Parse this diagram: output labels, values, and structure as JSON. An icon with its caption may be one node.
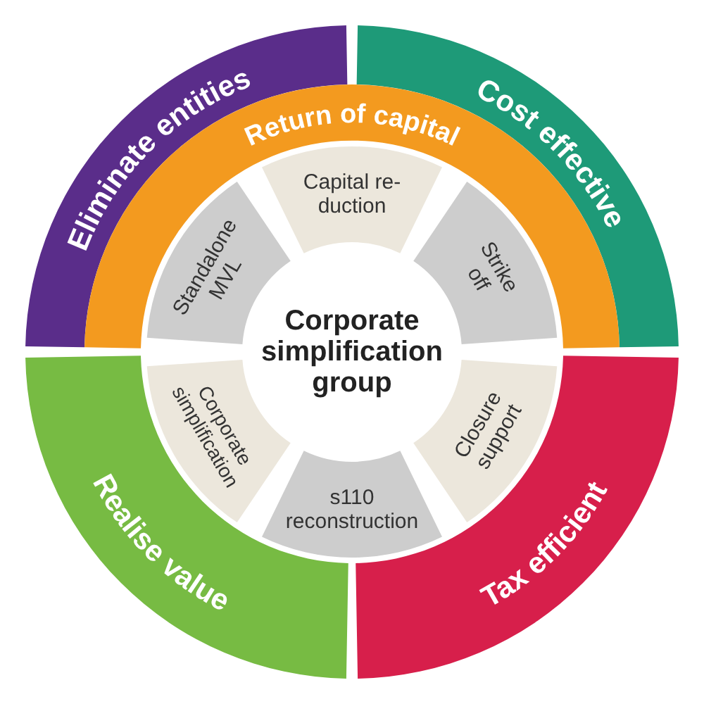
{
  "diagram": {
    "nodes": [
      {
        "text": [
          "Eliminate entities"
        ]
      },
      {
        "text": [
          "Cost effective"
        ]
      },
      {
        "text": [
          "Return of capital"
        ]
      },
      {
        "text": [
          "Capital re- duction"
        ]
      },
      {
        "text": [
          "Standalone MVL"
        ]
      },
      {
        "text": [
          "Strike off"
        ]
      },
      {
        "text": [
          "Corporate simplification group"
        ]
      },
      {
        "text": [
          "Corporate simplification"
        ]
      },
      {
        "text": [
          "Closure support"
        ]
      },
      {
        "text": [
          "s110 reconstruction"
        ]
      },
      {
        "text": [
          "Realise value"
        ]
      },
      {
        "text": [
          "Tax efficient"
        ]
      }
    ]
  }
}
